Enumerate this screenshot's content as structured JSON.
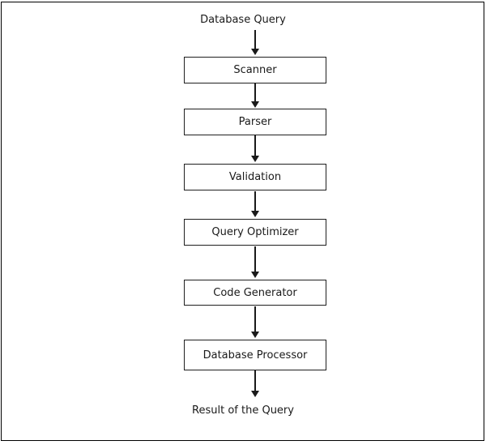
{
  "flow": {
    "start_label": "Database Query",
    "steps": [
      "Scanner",
      "Parser",
      "Validation",
      "Query Optimizer",
      "Code Generator",
      "Database Processor"
    ],
    "end_label": "Result of the Query"
  },
  "colors": {
    "background": "#ffffff",
    "frame_border": "#000000",
    "box_border": "#1f1f1f",
    "text": "#1a1a1a",
    "arrow": "#1a1a1a"
  }
}
